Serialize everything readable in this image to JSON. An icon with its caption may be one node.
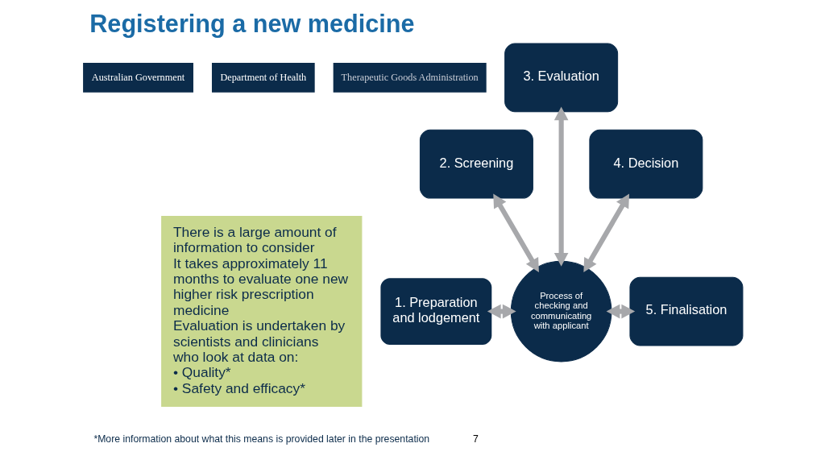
{
  "diagram": {
    "title": "Registering a new medicine",
    "nodes": [
      {
        "text": [
          "There is a large amount of information to consider",
          "It takes approximately 11 months to evaluate one new higher risk prescription medicine",
          "Evaluation is undertaken by scientists and clinicians who look at data on:",
          "• Quality*",
          "• Safety and efficacy*"
        ]
      },
      {
        "text": [
          "1. Preparation and lodgement"
        ]
      },
      {
        "text": [
          "2. Screening"
        ]
      },
      {
        "text": [
          "3. Evaluation"
        ]
      },
      {
        "text": [
          "4. Decision"
        ]
      },
      {
        "text": [
          "5. Finalisation"
        ]
      },
      {
        "text": [
          "Process of checking and communicating with applicant"
        ]
      }
    ],
    "edges": [
      {
        "from": 1,
        "to": 6,
        "arrow": "both"
      },
      {
        "from": 2,
        "to": 6,
        "arrow": "both"
      },
      {
        "from": 3,
        "to": 6,
        "arrow": "both"
      },
      {
        "from": 4,
        "to": 6,
        "arrow": "both"
      },
      {
        "from": 6,
        "to": 5,
        "arrow": "both"
      }
    ],
    "labels": [
      "Australian Government",
      "Department of Health",
      "Therapeutic Goods Administration",
      "*More information about what this means is provided later in the presentation",
      "7"
    ]
  }
}
